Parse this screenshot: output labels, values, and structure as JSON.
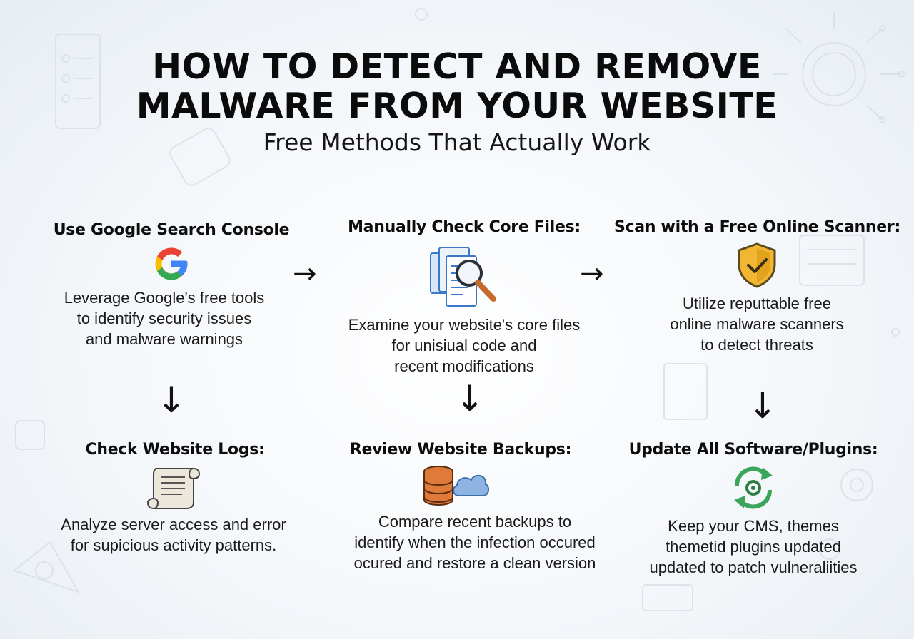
{
  "header": {
    "title_line1": "HOW TO DETECT AND REMOVE",
    "title_line2": "MALWARE FROM YOUR WEBSITE",
    "subtitle": "Free Methods That Actually Work"
  },
  "steps": [
    {
      "title": "Use Google Search Console",
      "icon": "google-logo-icon",
      "description": "Leverage Google's free tools\nto identify security issues\nand malware warnings"
    },
    {
      "title": "Manually Check Core Files:",
      "icon": "files-magnifier-icon",
      "description": "Examine your website's core files\nfor unisiual code and\nrecent modifications"
    },
    {
      "title": "Scan with a Free Online Scanner:",
      "icon": "shield-check-icon",
      "description": "Utilize reputtable free\nonline malware scanners\nto detect threats"
    },
    {
      "title": "Check Website Logs:",
      "icon": "scroll-log-icon",
      "description": "Analyze server access and error\nfor supicious activity patterns."
    },
    {
      "title": "Review Website Backups:",
      "icon": "database-cloud-icon",
      "description": "Compare recent backups to\nidentify when the infection occured\nocured and restore a clean version"
    },
    {
      "title": "Update All Software/Plugins:",
      "icon": "update-cycle-icon",
      "description": "Keep your CMS, themes\nthemetid plugins updated\nupdated to patch vulneraliities"
    }
  ],
  "arrows": {
    "right": "→",
    "down": "↓"
  },
  "colors": {
    "google_blue": "#4285F4",
    "google_red": "#EA4335",
    "google_yellow": "#FBBC05",
    "google_green": "#34A853",
    "shield_gold": "#F2B632",
    "update_green": "#3BA55C",
    "doc_blue": "#3A78C9",
    "db_orange": "#E07A3A",
    "cloud_blue": "#8DB4E2"
  }
}
